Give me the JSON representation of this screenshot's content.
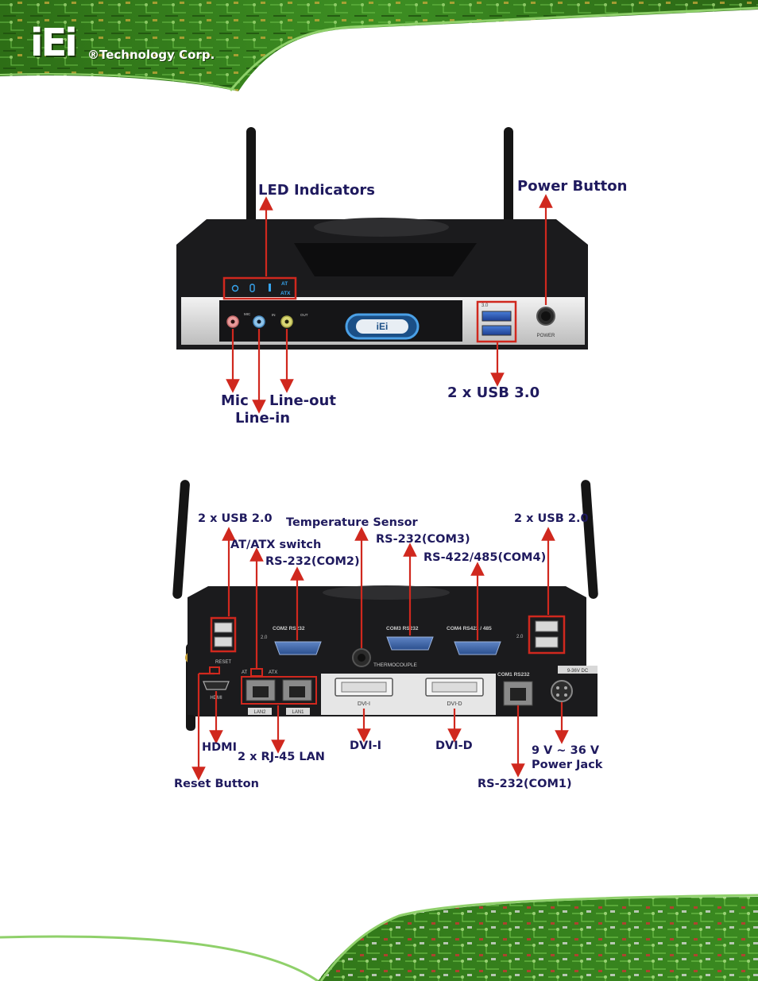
{
  "header": {
    "logo_text": "iEi",
    "company": "®Technology Corp."
  },
  "front_panel": {
    "callouts": {
      "led_indicators": "LED Indicators",
      "power_button": "Power Button",
      "mic": "Mic",
      "line_out": "Line-out",
      "line_in": "Line-in",
      "usb30": "2 x USB 3.0"
    },
    "device_text": {
      "at": "AT",
      "atx": "ATX",
      "power": "POWER",
      "mic": "MIC",
      "in": "IN",
      "out": "OUT",
      "usb": "3.0",
      "logo": "iEi"
    }
  },
  "rear_panel": {
    "callouts": {
      "usb20_left": "2 x USB 2.0",
      "temperature_sensor": "Temperature Sensor",
      "usb20_right": "2 x USB 2.0",
      "at_atx_switch": "AT/ATX switch",
      "rs232_com3": "RS-232(COM3)",
      "rs232_com2": "RS-232(COM2)",
      "rs422_485_com4": "RS-422/485(COM4)",
      "hdmi": "HDMI",
      "rj45_lan": "2 x RJ-45 LAN",
      "dvi_i": "DVI-I",
      "dvi_d": "DVI-D",
      "power_jack_1": "9 V ~ 36 V",
      "power_jack_2": "Power Jack",
      "reset_button": "Reset Button",
      "rs232_com1": "RS-232(COM1)"
    },
    "device_text": {
      "com2": "COM2  RS232",
      "com3": "COM3  RS232",
      "com4": "COM4  RS422 / 485",
      "thermocouple": "THERMOCOUPLE",
      "reset": "RESET",
      "usb_left": "2.0",
      "usb_right": "2.0",
      "hdmi": "HDMI",
      "at": "AT",
      "atx": "ATX",
      "lan2": "LAN2",
      "lan1": "LAN1",
      "dvi_i": "DVI-I",
      "dvi_d": "DVI-D",
      "com1": "COM1  RS232",
      "dc": "9-36V DC"
    }
  },
  "colors": {
    "label": "#1f1a5e",
    "arrow": "#d0281e",
    "banner_green": "#2f7d1e",
    "device_black": "#1b1b1d"
  }
}
